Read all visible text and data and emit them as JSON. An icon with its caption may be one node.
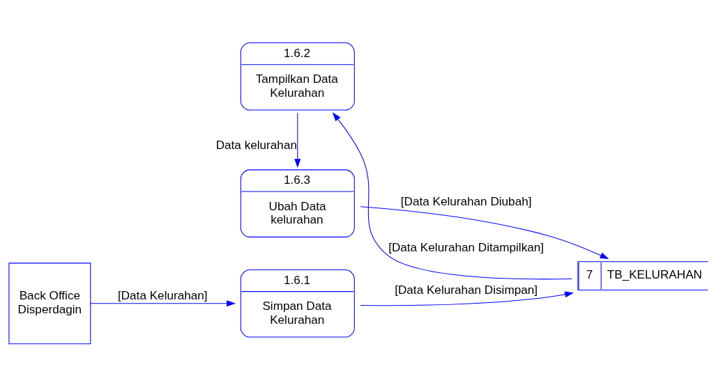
{
  "diagram": {
    "nodes": [
      {
        "text": [
          "1.6.1",
          "Simpan Data Kelurahan"
        ]
      },
      {
        "text": [
          "1.6.2",
          "Tampilkan Data Kelurahan"
        ]
      },
      {
        "text": [
          "1.6.3",
          "Ubah Data kelurahan"
        ]
      },
      {
        "text": [
          "Back Office Disperdagin"
        ]
      },
      {
        "text": [
          "7",
          "TB_KELURAHAN"
        ]
      }
    ],
    "edges": [
      {
        "from": 3,
        "to": 0,
        "arrow": "to",
        "label": "[Data Kelurahan]"
      },
      {
        "from": 0,
        "to": 4,
        "arrow": "to",
        "label": "[Data Kelurahan Disimpan]"
      },
      {
        "from": 4,
        "to": 1,
        "arrow": "to",
        "label": "[Data Kelurahan Ditampilkan]"
      },
      {
        "from": 1,
        "to": 2,
        "arrow": "to",
        "label": "Data kelurahan"
      },
      {
        "from": 2,
        "to": 4,
        "arrow": "to",
        "label": "[Data Kelurahan Diubah]"
      }
    ]
  }
}
